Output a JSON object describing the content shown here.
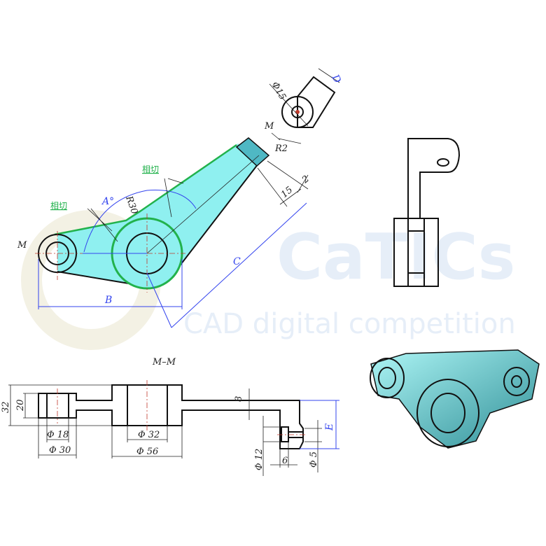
{
  "watermark": {
    "title": "CaTICs",
    "subtitle": "CAD digital competition"
  },
  "colors": {
    "body": "#8ff0f0",
    "tangent": "#22b24c",
    "dimension": "#3344ee",
    "centerline": "#c0392b"
  },
  "top_view": {
    "section_mark_left": "M",
    "section_mark_right": "M",
    "tangent_label_1": "相切",
    "tangent_label_2": "相切",
    "angle": "A°",
    "radius_fillet": "R30",
    "radius_end": "R2",
    "dim_15": "15",
    "dim_2": "2",
    "dim_B": "B",
    "dim_C": "C"
  },
  "detail_view": {
    "diameter": "Φ15",
    "dim_D": "D"
  },
  "section_view": {
    "title": "M–M",
    "height_32": "32",
    "height_20": "20",
    "d18": "Φ 18",
    "d30": "Φ 30",
    "d32": "Φ 32",
    "d56": "Φ 56",
    "thickness_8": "8",
    "d12": "Φ 12",
    "len_6": "6",
    "d5": "Φ 5",
    "dim_E": "E"
  }
}
